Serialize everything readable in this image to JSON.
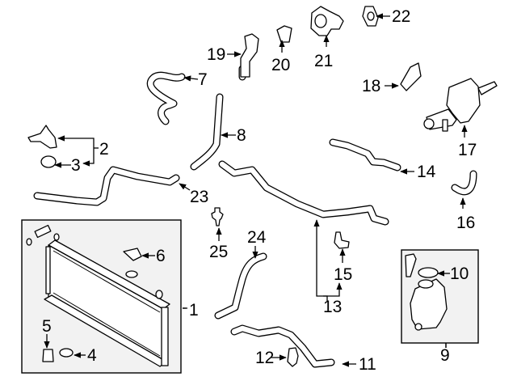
{
  "diagram": {
    "title": "Radiator & Components / Cooling System Parts Diagram",
    "callouts": [
      {
        "id": "1",
        "label": "1",
        "part": "radiator"
      },
      {
        "id": "2",
        "label": "2",
        "part": "bracket-kit"
      },
      {
        "id": "3",
        "label": "3",
        "part": "insulator"
      },
      {
        "id": "4",
        "label": "4",
        "part": "lower-insulator"
      },
      {
        "id": "5",
        "label": "5",
        "part": "drain-plug"
      },
      {
        "id": "6",
        "label": "6",
        "part": "upper-bracket"
      },
      {
        "id": "7",
        "label": "7",
        "part": "upper-hose"
      },
      {
        "id": "8",
        "label": "8",
        "part": "lower-hose"
      },
      {
        "id": "9",
        "label": "9",
        "part": "reservoir-assembly"
      },
      {
        "id": "10",
        "label": "10",
        "part": "reservoir-cap"
      },
      {
        "id": "11",
        "label": "11",
        "part": "bypass-hose"
      },
      {
        "id": "12",
        "label": "12",
        "part": "hose-clamp"
      },
      {
        "id": "13",
        "label": "13",
        "part": "water-pipe-assembly"
      },
      {
        "id": "14",
        "label": "14",
        "part": "heater-pipe"
      },
      {
        "id": "15",
        "label": "15",
        "part": "pipe-bracket"
      },
      {
        "id": "16",
        "label": "16",
        "part": "heater-hose"
      },
      {
        "id": "17",
        "label": "17",
        "part": "thermostat-housing"
      },
      {
        "id": "18",
        "label": "18",
        "part": "housing-gasket"
      },
      {
        "id": "19",
        "label": "19",
        "part": "water-outlet"
      },
      {
        "id": "20",
        "label": "20",
        "part": "thermostat"
      },
      {
        "id": "21",
        "label": "21",
        "part": "water-inlet"
      },
      {
        "id": "22",
        "label": "22",
        "part": "inlet-gasket"
      },
      {
        "id": "23",
        "label": "23",
        "part": "overflow-hose"
      },
      {
        "id": "24",
        "label": "24",
        "part": "reservoir-hose"
      },
      {
        "id": "25",
        "label": "25",
        "part": "temperature-sensor"
      }
    ]
  }
}
